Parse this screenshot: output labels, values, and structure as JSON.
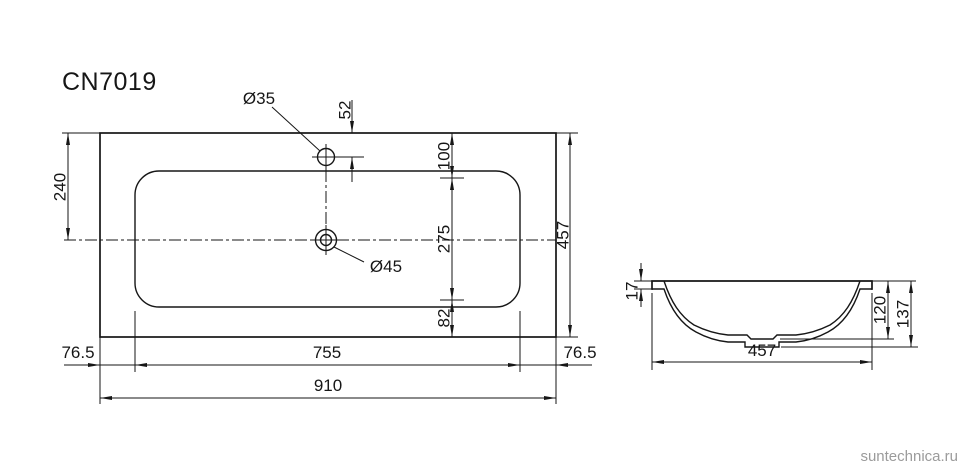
{
  "title": "CN7019",
  "watermark": "suntechnica.ru",
  "top_view": {
    "faucet_hole": "Ø35",
    "drain_hole": "Ø45",
    "faucet_offset": "52",
    "edge_to_basin": "100",
    "edge_to_drain": "240",
    "basin_depth": "275",
    "basin_to_edge": "82",
    "overall_depth": "457",
    "margin_left": "76.5",
    "basin_width": "755",
    "margin_right": "76.5",
    "overall_width": "910"
  },
  "side_view": {
    "rim_thickness": "17",
    "bowl_depth": "120",
    "overall_height": "137",
    "overall_depth": "457"
  }
}
